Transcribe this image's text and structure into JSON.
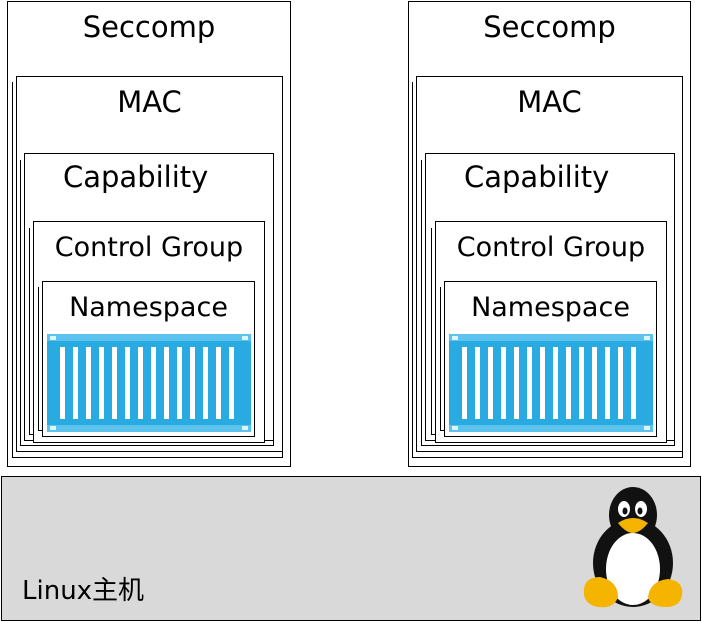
{
  "stacks": [
    {
      "seccomp": "Seccomp",
      "mac": "MAC",
      "capability": "Capability",
      "control_group": "Control Group",
      "namespace": "Namespace"
    },
    {
      "seccomp": "Seccomp",
      "mac": "MAC",
      "capability": "Capability",
      "control_group": "Control Group",
      "namespace": "Namespace"
    }
  ],
  "host": {
    "label": "Linux主机"
  },
  "icons": {
    "container": "container-icon",
    "penguin": "tux-penguin-icon"
  },
  "colors": {
    "container": "#29abe2",
    "host_bg": "#d9d9d9",
    "border": "#000000"
  }
}
